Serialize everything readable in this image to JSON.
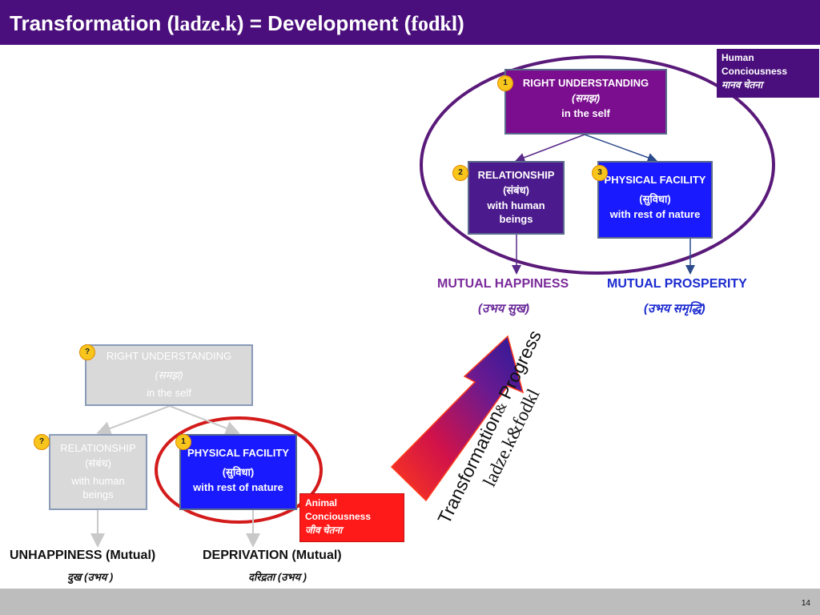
{
  "title": {
    "part1": "Transformation (",
    "term1": "ladze.k",
    "part2": ") = Development (",
    "term2": "fodkl",
    "part3": ")"
  },
  "human_label": {
    "line1": "Human",
    "line2": "Conciousness",
    "line3": "मानव  चेतना"
  },
  "animal_label": {
    "line1": "Animal",
    "line2": "Conciousness",
    "line3": "जीव  चेतना"
  },
  "top_diagram": {
    "right_understanding": {
      "badge": "1",
      "line1": "RIGHT UNDERSTANDING",
      "line2": "(समझ)",
      "line3": "in the self"
    },
    "relationship": {
      "badge": "2",
      "line1": "RELATIONSHIP",
      "line2": "(संबंध)",
      "line3": "with human",
      "line4": "beings"
    },
    "physical_facility": {
      "badge": "3",
      "line1": "PHYSICAL FACILITY",
      "line2": "(सुविधा)",
      "line3": "with rest of nature"
    },
    "mutual_happiness": "MUTUAL HAPPINESS",
    "mutual_happiness_hindi": "(उभय  सुख)",
    "mutual_prosperity": "MUTUAL PROSPERITY",
    "mutual_prosperity_hindi": "(उभय  समृद्धि)"
  },
  "bottom_diagram": {
    "right_understanding": {
      "badge": "?",
      "line1": "RIGHT UNDERSTANDING",
      "line2": "(समझ)",
      "line3": "in the self"
    },
    "relationship": {
      "badge": "?",
      "line1": "RELATIONSHIP",
      "line2": "(संबंध)",
      "line3": "with human",
      "line4": "beings"
    },
    "physical_facility": {
      "badge": "1",
      "line1": "PHYSICAL FACILITY",
      "line2": "(सुविधा)",
      "line3": "with rest of nature"
    },
    "unhappiness": "UNHAPPINESS (Mutual)",
    "unhappiness_hindi": "दुख  (उभय )",
    "deprivation": "DEPRIVATION (Mutual)",
    "deprivation_hindi": "दरिद्रता  (उभय )"
  },
  "arrow_label": {
    "line1a": "Transformation",
    "line1b": "&",
    "line1c": " Progress",
    "line2": "ladze.k&fodkl"
  },
  "page_number": "14",
  "colors": {
    "title_bg": "#4a0f7c",
    "purple_box": "#7a0e8e",
    "indigo_box": "#4b1a8c",
    "blue_box": "#1a1aff",
    "red_ellipse": "#d41b1b",
    "animal_bg": "#ff1a1a"
  }
}
